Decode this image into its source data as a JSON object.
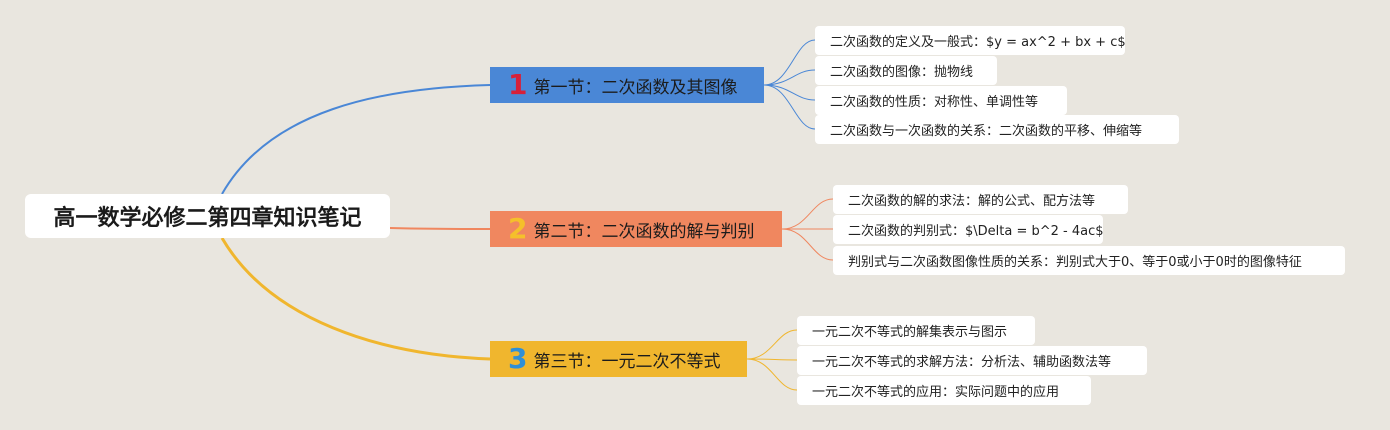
{
  "root": {
    "title": "高一数学必修二第四章知识笔记"
  },
  "colors": {
    "background": "#e9e6df",
    "branch1": "#4a87d6",
    "branch2": "#f0875f",
    "branch3": "#f0b62e"
  },
  "branches": [
    {
      "number": "1",
      "title": "第一节：二次函数及其图像",
      "color": "#4a87d6",
      "items": [
        "二次函数的定义及一般式：$y = ax^2 + bx + c$",
        "二次函数的图像：抛物线",
        "二次函数的性质：对称性、单调性等",
        "二次函数与一次函数的关系：二次函数的平移、伸缩等"
      ]
    },
    {
      "number": "2",
      "title": "第二节：二次函数的解与判别",
      "color": "#f0875f",
      "items": [
        "二次函数的解的求法：解的公式、配方法等",
        "二次函数的判别式：$\\Delta = b^2 - 4ac$",
        "判别式与二次函数图像性质的关系：判别式大于0、等于0或小于0时的图像特征"
      ]
    },
    {
      "number": "3",
      "title": "第三节：一元二次不等式",
      "color": "#f0b62e",
      "items": [
        "一元二次不等式的解集表示与图示",
        "一元二次不等式的求解方法：分析法、辅助函数法等",
        "一元二次不等式的应用：实际问题中的应用"
      ]
    }
  ]
}
